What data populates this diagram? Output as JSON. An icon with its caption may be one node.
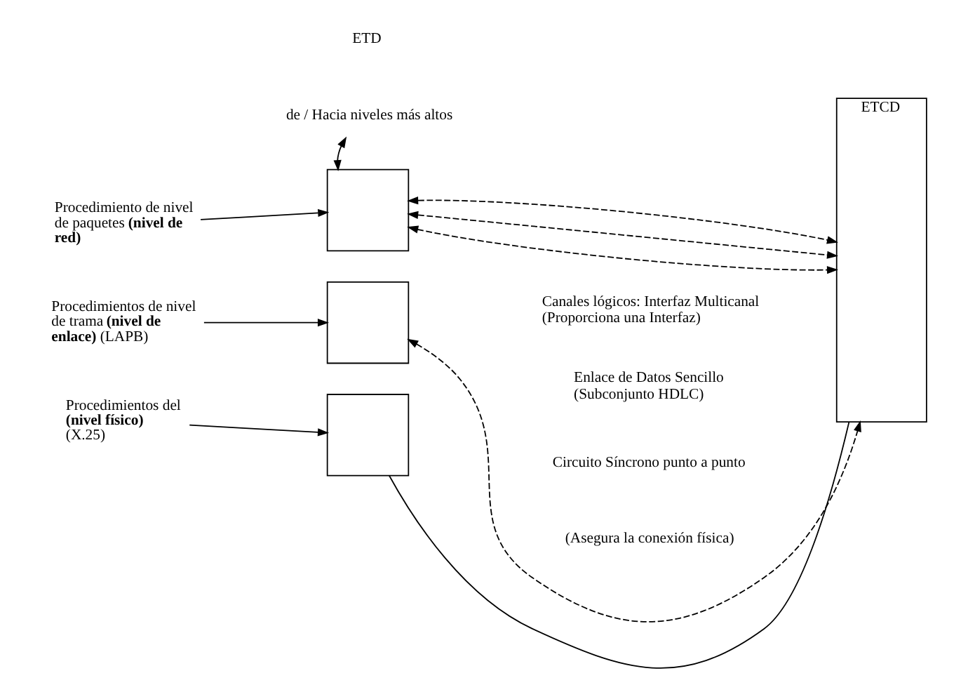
{
  "diagram": {
    "nodes": [
      {
        "text": [
          "de / Hacia niveles más altos"
        ]
      },
      {
        "text": [
          "Procedimiento de nivel de paquetes **(nivel de red)**"
        ]
      },
      {
        "text": [],
        "shape": "box"
      },
      {
        "text": [
          "Procedimientos de nivel de trama **(nivel de enlace)** (LAPB)"
        ]
      },
      {
        "text": [],
        "shape": "box"
      },
      {
        "text": [
          "Procedimientos del **(nivel físico)** (X.25)"
        ]
      },
      {
        "text": [],
        "shape": "box"
      },
      {
        "text": [
          "ETCD"
        ]
      }
    ],
    "edges": [
      {
        "from": 0,
        "to": 2,
        "arrow": "both"
      },
      {
        "from": 1,
        "to": 2,
        "arrow": "to"
      },
      {
        "from": 2,
        "to": 7,
        "arrow": "both",
        "style": "dashed"
      },
      {
        "from": 2,
        "to": 7,
        "arrow": "both",
        "style": "dashed"
      },
      {
        "from": 2,
        "to": 7,
        "arrow": "both",
        "style": "dashed"
      },
      {
        "from": 3,
        "to": 4,
        "arrow": "to"
      },
      {
        "from": 4,
        "to": 7,
        "arrow": "both",
        "style": "dashed"
      },
      {
        "from": 5,
        "to": 6,
        "arrow": "to"
      },
      {
        "from": 6,
        "to": 7,
        "arrow": "none"
      }
    ],
    "labels": [
      "ETD",
      "Canales lógicos: Interfaz Multicanal (Proporciona una Interfaz)",
      "Enlace de Datos Sencillo (Subconjunto HDLC)",
      "Circuito Síncrono punto a punto",
      "(Asegura la conexión física)"
    ]
  }
}
